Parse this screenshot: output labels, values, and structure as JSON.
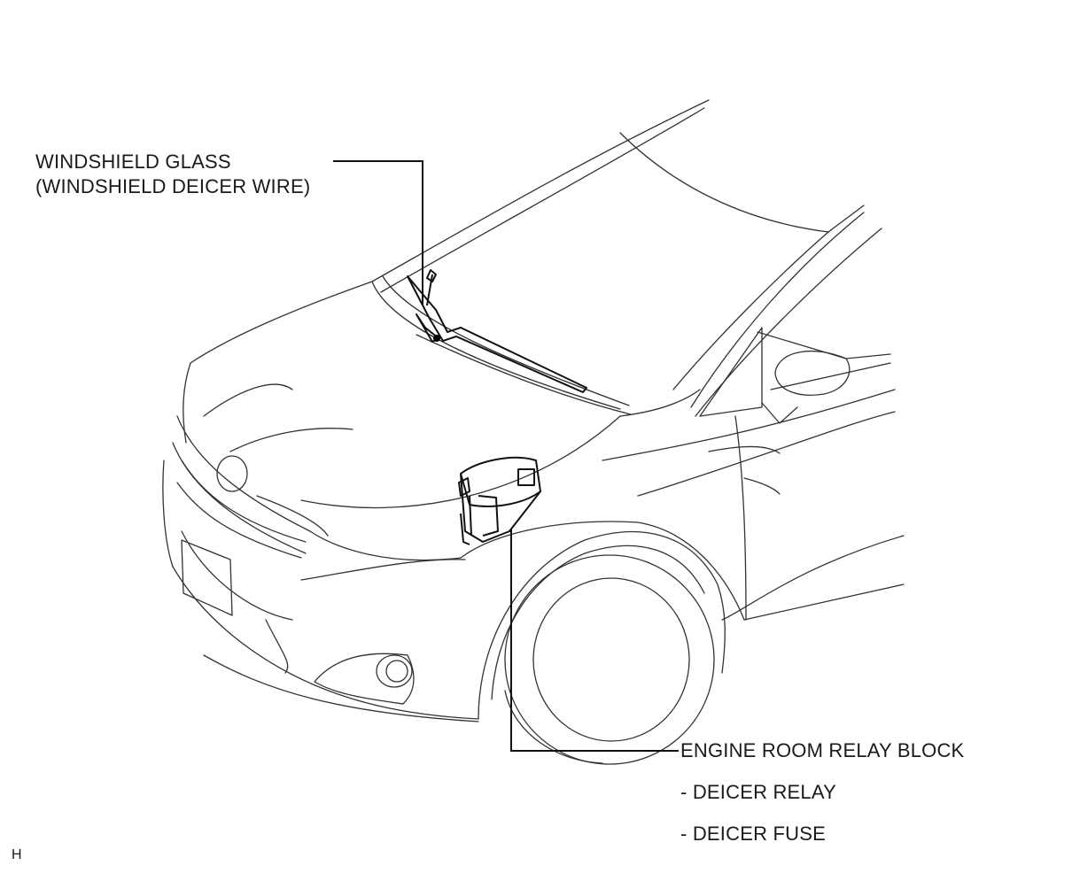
{
  "labels": {
    "windshield_glass": "WINDSHIELD GLASS",
    "windshield_deicer_wire": "(WINDSHIELD DEICER WIRE)",
    "engine_room_relay_block": "ENGINE ROOM RELAY BLOCK",
    "deicer_relay": "- DEICER RELAY",
    "deicer_fuse": "- DEICER FUSE"
  },
  "corner_mark": "H",
  "colors": {
    "line": "#333333",
    "text": "#1a1a1a",
    "background": "#ffffff"
  }
}
